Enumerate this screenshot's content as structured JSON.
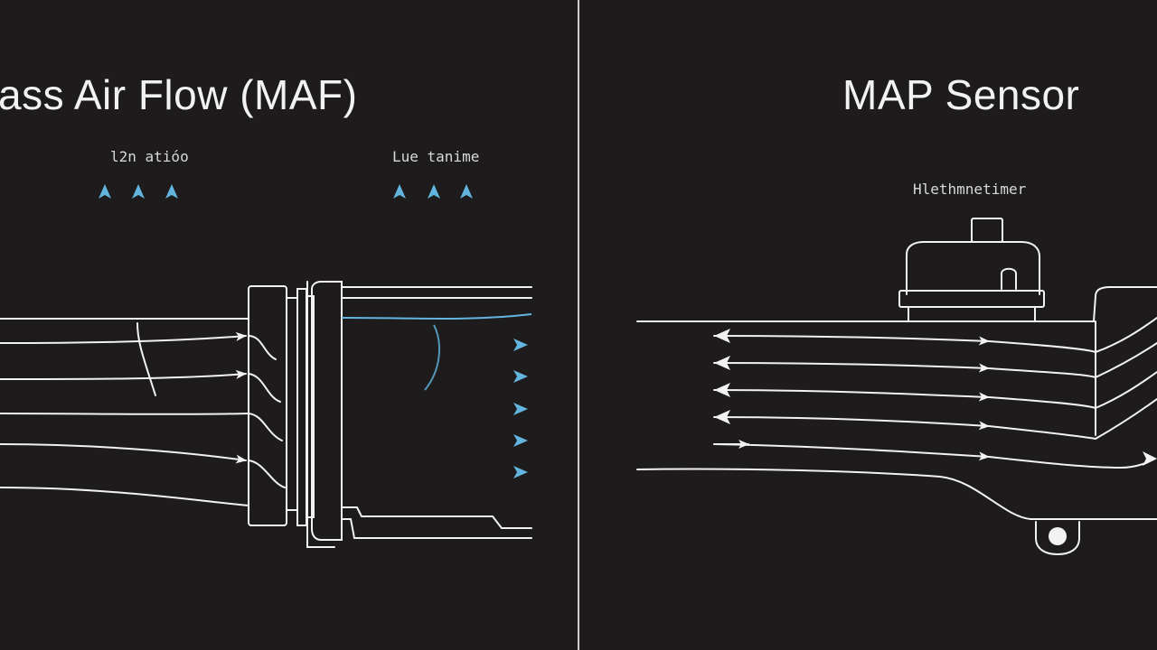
{
  "colors": {
    "background": "#1d1b1b",
    "line": "#f2f2f2",
    "accent_blue": "#63b5e0",
    "divider": "#d0d0d0"
  },
  "maf_panel": {
    "title": "ass Air Flow (MAF)",
    "label_left": "l2n atióo",
    "label_right": "Lue tanime"
  },
  "map_panel": {
    "title": "MAP Sensor",
    "label_sensor": "Hlethmnetimer"
  },
  "icons": [
    "arrow-up-icon",
    "arrow-right-icon",
    "arrow-left-icon"
  ]
}
